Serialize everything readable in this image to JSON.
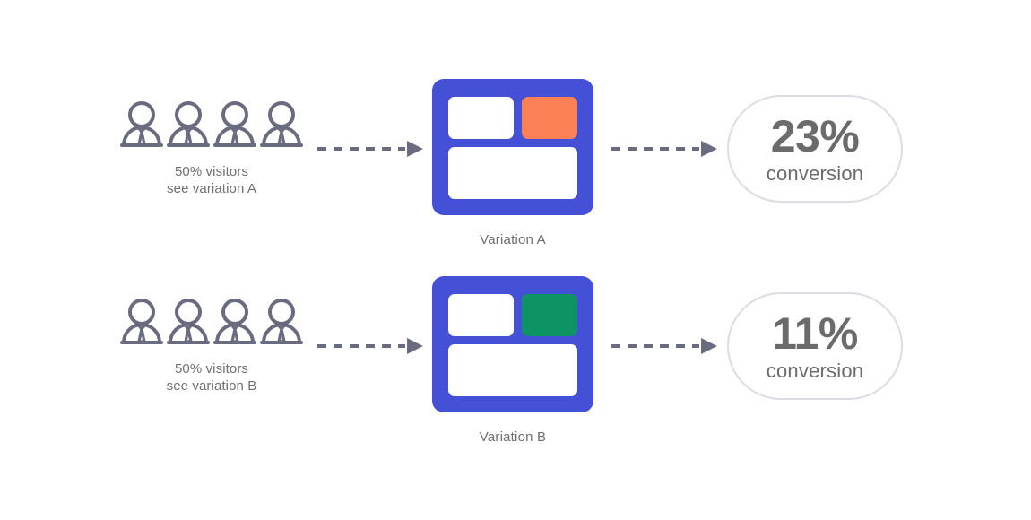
{
  "diagram": {
    "type": "ab-test-flow",
    "background": "#ffffff",
    "colors": {
      "browser_frame": "#4450d6",
      "accent_a": "#fb8055",
      "accent_b": "#0e9464",
      "arrow": "#6b6b80",
      "text_muted": "#6e6e73",
      "text_value": "#6b6b6b",
      "bubble_border": "#dcdce2",
      "icon": "#6b6b80"
    },
    "rows": [
      {
        "id": "variation-a",
        "visitors": {
          "icon_name": "person-icon",
          "icon_count": 4,
          "caption_line1": "50% visitors",
          "caption_line2": "see variation A"
        },
        "arrow_1": "dashed-arrow-right-icon",
        "variation": {
          "label": "Variation A",
          "accent_color": "#fb8055",
          "blocks": [
            "block-white-small",
            "block-accent",
            "block-white-large"
          ]
        },
        "arrow_2": "dashed-arrow-right-icon",
        "result": {
          "value": "23%",
          "label": "conversion"
        }
      },
      {
        "id": "variation-b",
        "visitors": {
          "icon_name": "person-icon",
          "icon_count": 4,
          "caption_line1": "50% visitors",
          "caption_line2": "see variation B"
        },
        "arrow_1": "dashed-arrow-right-icon",
        "variation": {
          "label": "Variation B",
          "accent_color": "#0e9464",
          "blocks": [
            "block-white-small",
            "block-accent",
            "block-white-large"
          ]
        },
        "arrow_2": "dashed-arrow-right-icon",
        "result": {
          "value": "11%",
          "label": "conversion"
        }
      }
    ]
  },
  "chart_data": {
    "type": "bar",
    "title": "",
    "categories": [
      "Variation A",
      "Variation B"
    ],
    "values": [
      23,
      11
    ],
    "xlabel": "",
    "ylabel": "conversion",
    "ylim": [
      0,
      100
    ],
    "annotations": [
      "50% visitors see variation A",
      "50% visitors see variation B"
    ]
  }
}
